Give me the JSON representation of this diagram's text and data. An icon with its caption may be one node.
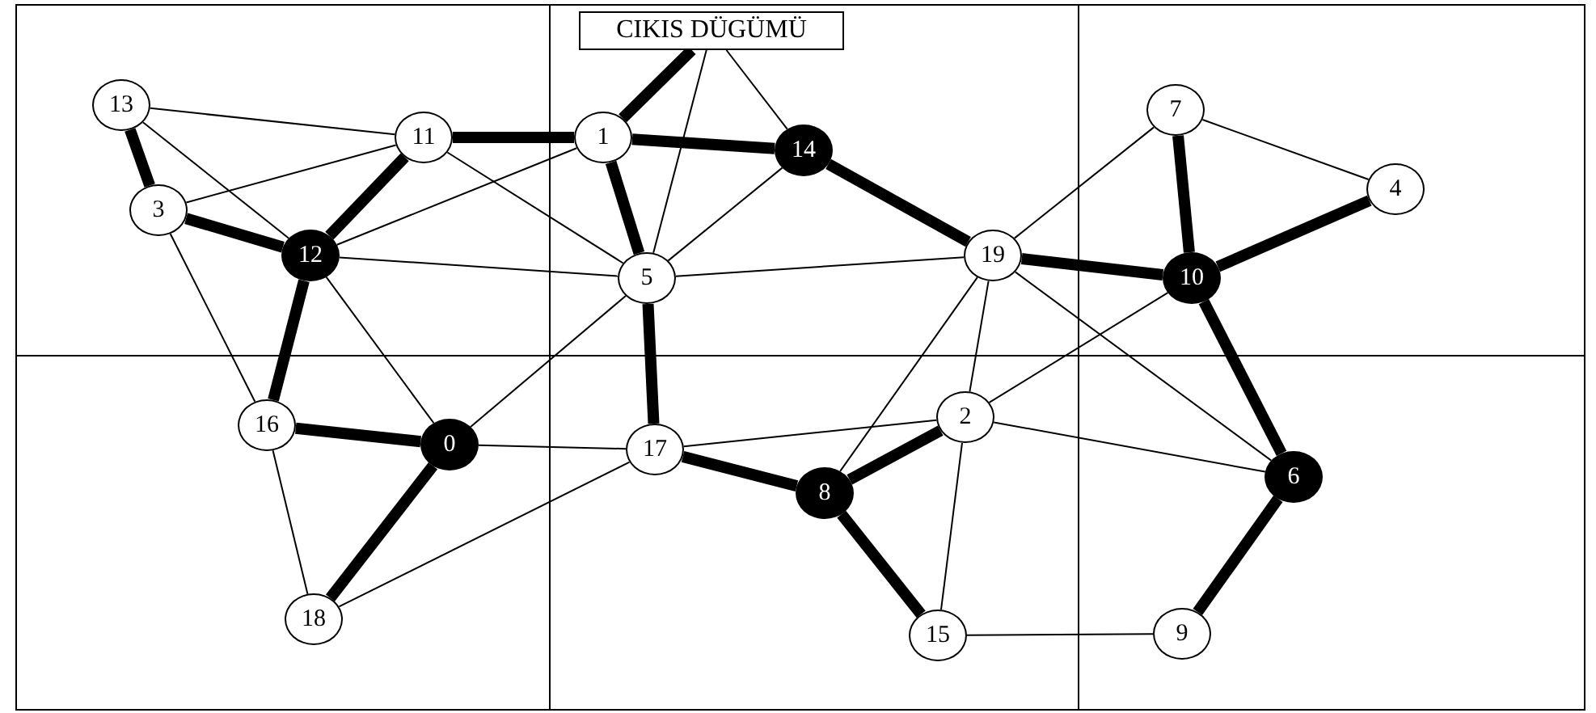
{
  "diagram": {
    "nodes": [
      {
        "text": [
          "CIKIS DÜGÜMÜ"
        ]
      },
      {
        "text": [
          "13"
        ]
      },
      {
        "text": [
          "7"
        ]
      },
      {
        "text": [
          "11"
        ]
      },
      {
        "text": [
          "1"
        ]
      },
      {
        "text": [
          "14"
        ]
      },
      {
        "text": [
          "4"
        ]
      },
      {
        "text": [
          "3"
        ]
      },
      {
        "text": [
          "12"
        ]
      },
      {
        "text": [
          "19"
        ]
      },
      {
        "text": [
          "5"
        ]
      },
      {
        "text": [
          "10"
        ]
      },
      {
        "text": [
          "16"
        ]
      },
      {
        "text": [
          "2"
        ]
      },
      {
        "text": [
          "0"
        ]
      },
      {
        "text": [
          "17"
        ]
      },
      {
        "text": [
          "6"
        ]
      },
      {
        "text": [
          "8"
        ]
      },
      {
        "text": [
          "18"
        ]
      },
      {
        "text": [
          "9"
        ]
      },
      {
        "text": [
          "15"
        ]
      }
    ],
    "edges": [
      {
        "from": 0,
        "to": 4,
        "arrow": "none",
        "style": "thick"
      },
      {
        "from": 4,
        "to": 3,
        "arrow": "none",
        "style": "thick"
      },
      {
        "from": 4,
        "to": 5,
        "arrow": "none",
        "style": "thick"
      },
      {
        "from": 4,
        "to": 10,
        "arrow": "none",
        "style": "thick"
      },
      {
        "from": 3,
        "to": 8,
        "arrow": "none",
        "style": "thick"
      },
      {
        "from": 1,
        "to": 7,
        "arrow": "none",
        "style": "thick"
      },
      {
        "from": 7,
        "to": 8,
        "arrow": "none",
        "style": "thick"
      },
      {
        "from": 8,
        "to": 12,
        "arrow": "none",
        "style": "thick"
      },
      {
        "from": 12,
        "to": 14,
        "arrow": "none",
        "style": "thick"
      },
      {
        "from": 14,
        "to": 18,
        "arrow": "none",
        "style": "thick"
      },
      {
        "from": 10,
        "to": 15,
        "arrow": "none",
        "style": "thick"
      },
      {
        "from": 15,
        "to": 17,
        "arrow": "none",
        "style": "thick"
      },
      {
        "from": 17,
        "to": 13,
        "arrow": "none",
        "style": "thick"
      },
      {
        "from": 17,
        "to": 20,
        "arrow": "none",
        "style": "thick"
      },
      {
        "from": 5,
        "to": 9,
        "arrow": "none",
        "style": "thick"
      },
      {
        "from": 9,
        "to": 11,
        "arrow": "none",
        "style": "thick"
      },
      {
        "from": 11,
        "to": 2,
        "arrow": "none",
        "style": "thick"
      },
      {
        "from": 11,
        "to": 6,
        "arrow": "none",
        "style": "thick"
      },
      {
        "from": 11,
        "to": 16,
        "arrow": "none",
        "style": "thick"
      },
      {
        "from": 16,
        "to": 19,
        "arrow": "none",
        "style": "thick"
      },
      {
        "from": 0,
        "to": 5,
        "arrow": "none"
      },
      {
        "from": 0,
        "to": 10,
        "arrow": "none"
      },
      {
        "from": 1,
        "to": 3,
        "arrow": "none"
      },
      {
        "from": 1,
        "to": 8,
        "arrow": "none"
      },
      {
        "from": 7,
        "to": 3,
        "arrow": "none"
      },
      {
        "from": 7,
        "to": 12,
        "arrow": "none"
      },
      {
        "from": 3,
        "to": 10,
        "arrow": "none"
      },
      {
        "from": 8,
        "to": 4,
        "arrow": "none"
      },
      {
        "from": 8,
        "to": 10,
        "arrow": "none"
      },
      {
        "from": 8,
        "to": 14,
        "arrow": "none"
      },
      {
        "from": 10,
        "to": 5,
        "arrow": "none"
      },
      {
        "from": 10,
        "to": 14,
        "arrow": "none"
      },
      {
        "from": 10,
        "to": 9,
        "arrow": "none"
      },
      {
        "from": 12,
        "to": 18,
        "arrow": "none"
      },
      {
        "from": 14,
        "to": 15,
        "arrow": "none"
      },
      {
        "from": 15,
        "to": 18,
        "arrow": "none"
      },
      {
        "from": 15,
        "to": 13,
        "arrow": "none"
      },
      {
        "from": 9,
        "to": 2,
        "arrow": "none"
      },
      {
        "from": 9,
        "to": 17,
        "arrow": "none"
      },
      {
        "from": 9,
        "to": 13,
        "arrow": "none"
      },
      {
        "from": 13,
        "to": 20,
        "arrow": "none"
      },
      {
        "from": 9,
        "to": 16,
        "arrow": "none"
      },
      {
        "from": 13,
        "to": 11,
        "arrow": "none"
      },
      {
        "from": 13,
        "to": 16,
        "arrow": "none"
      },
      {
        "from": 20,
        "to": 19,
        "arrow": "none"
      },
      {
        "from": 2,
        "to": 6,
        "arrow": "none"
      }
    ]
  }
}
